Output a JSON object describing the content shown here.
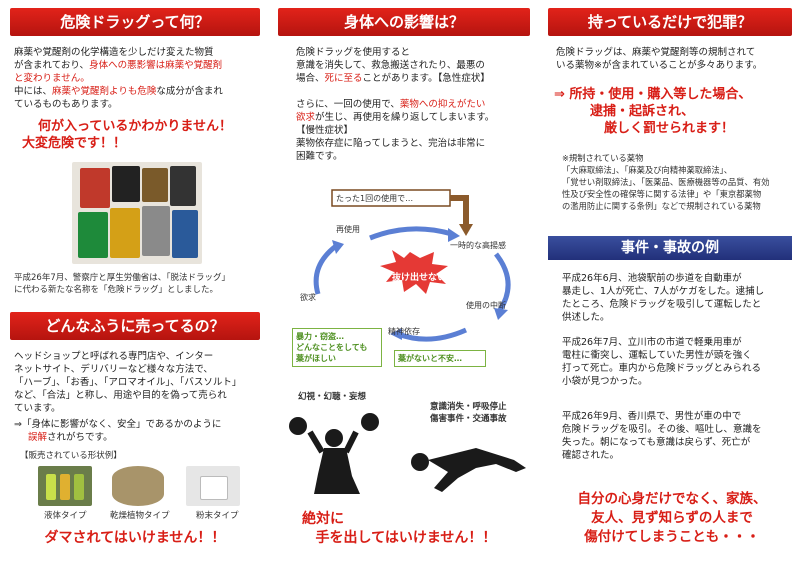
{
  "col1": {
    "banner1": "危険ドラッグって何？",
    "p1_line1": "麻薬や覚醒剤の化学構造を少しだけ変えた物質",
    "p1_line2a": "が含まれており、",
    "p1_line2b": "身体への悪影響は麻薬や覚醒剤",
    "p1_line3": "と変わりません。",
    "p1_line4a": "中には、",
    "p1_line4b": "麻薬や覚醒剤よりも危険",
    "p1_line4c": "な成分が含まれ",
    "p1_line5": "ているものもあります。",
    "warn1_line1": "何が入っているかわかりません！",
    "warn1_line2": "大変危険です！！",
    "caption_line1": "平成26年7月、警察庁と厚生労働省は、「脱法ドラッグ」",
    "caption_line2": "に代わる新たな名称を「危険ドラッグ」としました。",
    "banner2": "どんなふうに売ってるの？",
    "p2_lines": [
      "ヘッドショップと呼ばれる専門店や、インター",
      "ネットサイト、デリバリーなど様々な方法で、",
      "「ハーブ」、「お香」、「アロマオイル」、「バスソルト」",
      "など、「合法」と称し、用途や目的を偽って売られ",
      "ています。"
    ],
    "p3_line1": "⇒「身体に影響がなく、安全」であるかのように",
    "p3_line2a": "誤解",
    "p3_line2b": "されがちです。",
    "forms_title": "【販売されている形状例】",
    "form_labels": [
      "液体タイプ",
      "乾燥植物タイプ",
      "粉末タイプ"
    ],
    "warn2": "ダマされてはいけません！！"
  },
  "col2": {
    "banner": "身体への影響は？",
    "p1_line1": "危険ドラッグを使用すると",
    "p1_line2": "意識を消失して、救急搬送されたり、最悪の",
    "p1_line3a": "場合、",
    "p1_line3b": "死に至る",
    "p1_line3c": "ことがあります。【急性症状】",
    "p2_line1a": "さらに、一回の使用で、",
    "p2_line1b": "薬物への抑えがたい",
    "p2_line2a": "欲求",
    "p2_line2b": "が生じ、再使用を繰り返してしまいます。",
    "p2_line3": "【慢性症状】",
    "p2_line4": "薬物依存症に陥ってしまうと、完治は非常に",
    "p2_line5": "困難です。",
    "cycle": {
      "start": "たった1回の使用で…",
      "reuse": "再使用",
      "high": "一時的な高揚感",
      "stop": "使用の中断",
      "desire": "欲求",
      "dependence": "精神依存",
      "center": "抜け出せない!!",
      "box1_lines": [
        "暴力・窃盗…",
        "どんなことをしても",
        "薬がほしい"
      ],
      "box2": "薬がないと不安…"
    },
    "hallucination": "幻視・幻聴・妄想",
    "coma_line1": "意識消失・呼吸停止",
    "coma_line2": "傷害事件・交通事故",
    "final_line1": "絶対に",
    "final_line2": "手を出してはいけません！！"
  },
  "col3": {
    "banner1": "持っているだけで犯罪？",
    "p1_line1": "危険ドラッグは、麻薬や覚醒剤等の規制されて",
    "p1_line2": "いる薬物※が含まれていることが多々あります。",
    "warn_line1": "⇒ 所持・使用・購入等した場合、",
    "warn_line2": "逮捕・起訴され、",
    "warn_line3": "厳しく罰せられます！",
    "note_title": "※規制されている薬物",
    "note_lines": [
      "「大麻取締法」、「麻薬及び向精神薬取締法」、",
      "「覚せい剤取締法」、「医薬品、医療機器等の品質、有効",
      "性及び安全性の確保等に関する法律」や「東京都薬物",
      "の濫用防止に関する条例」などで規制されている薬物"
    ],
    "banner2": "事件・事故の例",
    "case1_lines": [
      "平成26年6月、池袋駅前の歩道を自動車が",
      "暴走し、1人が死亡、7人がケガをした。逮捕し",
      "たところ、危険ドラッグを吸引して運転したと",
      "供述した。"
    ],
    "case2_lines": [
      "平成26年7月、立川市の市道で軽乗用車が",
      "電柱に衝突し、運転していた男性が頭を強く",
      "打って死亡。車内から危険ドラッグとみられる",
      "小袋が見つかった。"
    ],
    "case3_lines": [
      "平成26年9月、香川県で、男性が車の中で",
      "危険ドラッグを吸引。その後、嘔吐し、意識を",
      "失った。朝になっても意識は戻らず、死亡が",
      "確認された。"
    ],
    "final_lines": [
      "自分の心身だけでなく、家族、",
      "友人、見ず知らずの人まで",
      "傷付けてしまうことも・・・"
    ]
  }
}
